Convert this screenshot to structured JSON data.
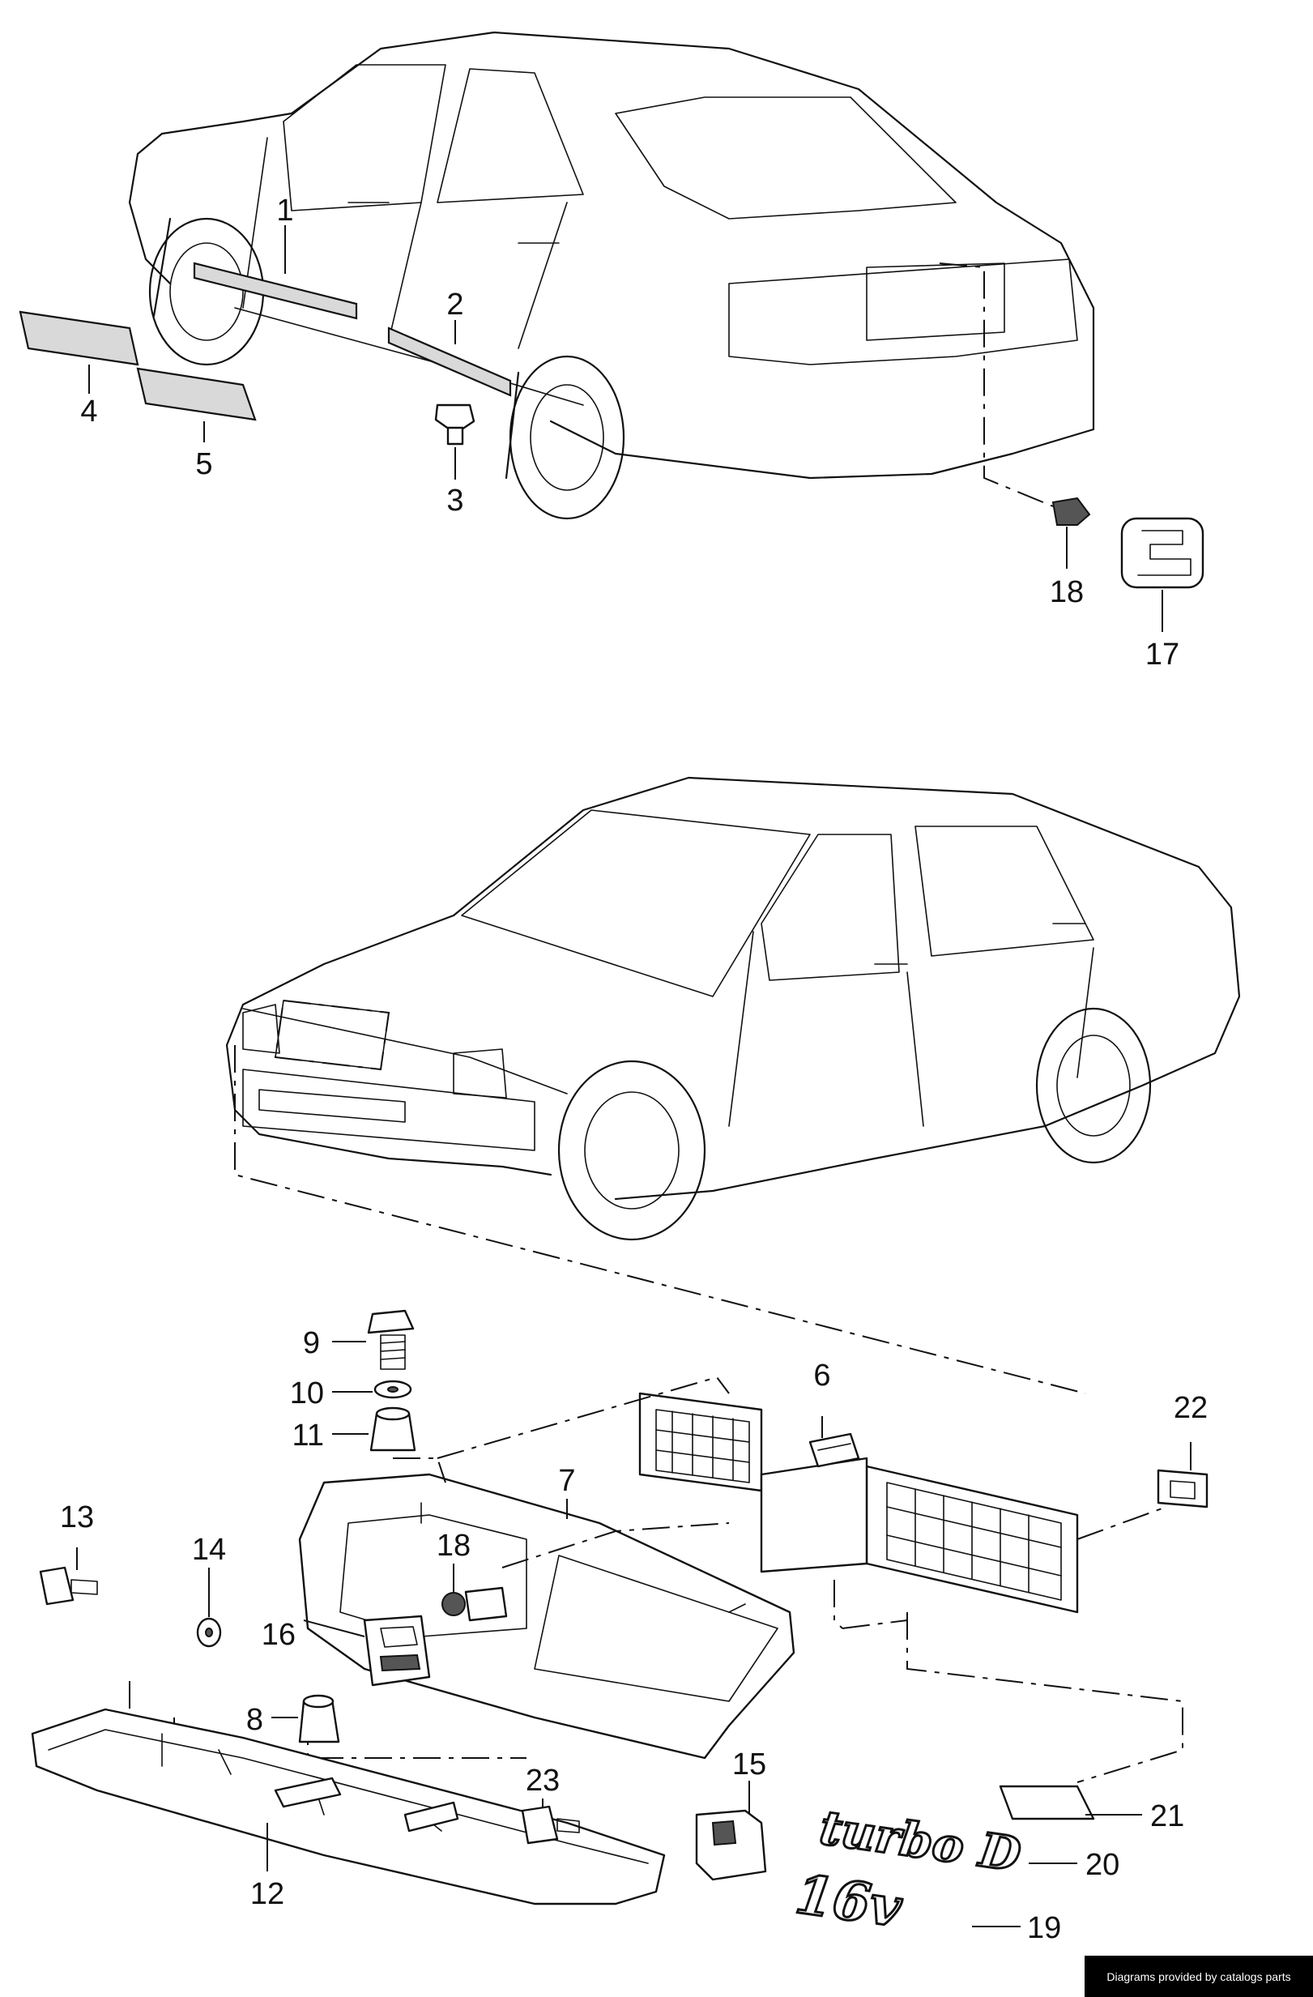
{
  "callouts": {
    "c1": "1",
    "c2": "2",
    "c3": "3",
    "c4": "4",
    "c5": "5",
    "c6": "6",
    "c7": "7",
    "c8": "8",
    "c9": "9",
    "c10": "10",
    "c11": "11",
    "c12": "12",
    "c13": "13",
    "c14": "14",
    "c15": "15",
    "c16": "16",
    "c17": "17",
    "c18a": "18",
    "c18b": "18",
    "c19": "19",
    "c20": "20",
    "c21": "21",
    "c22": "22",
    "c23": "23"
  },
  "badges": {
    "turbo": "turbo D",
    "sixteen_v": "16v"
  },
  "credit": "Diagrams provided by catalogs parts"
}
